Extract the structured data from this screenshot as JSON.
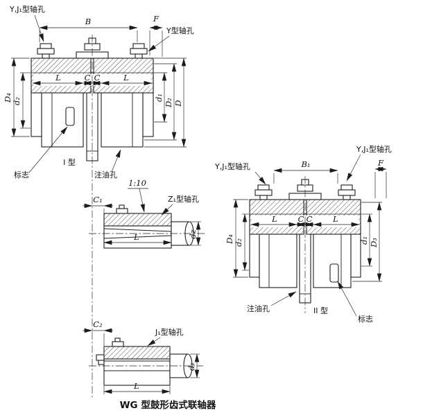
{
  "style": {
    "ink": "#1c1c1c",
    "paper": "#ffffff"
  },
  "caption": "WG 型鼓形齿式联轴器",
  "type1": {
    "name": "I 型",
    "bore_top_left": "Y,J₁型轴孔",
    "bore_top_right": "Y型轴孔",
    "mark": "标志",
    "oil_hole": "注油孔",
    "dim_B": "B",
    "dim_F": "F",
    "dim_L": "L",
    "dim_C": "C",
    "dim_D4": "D₄",
    "dim_d2": "d₂",
    "dim_d1": "d₁",
    "dim_D2": "D₂",
    "dim_D": "D"
  },
  "type2": {
    "name": "II 型",
    "bore_top_left": "Y,J₁型轴孔",
    "bore_top_right": "Y,J₁型轴孔",
    "mark": "标志",
    "oil_hole": "注油孔",
    "dim_B1": "B₁",
    "dim_F": "F",
    "dim_L": "L",
    "dim_C": "C",
    "dim_D4": "D₄",
    "dim_d2": "d₂",
    "dim_d1": "d₁",
    "dim_D3": "D₃"
  },
  "z1": {
    "taper": "1:10",
    "bore": "Z₁型轴孔",
    "dim_C1": "C₁",
    "dim_L": "L",
    "dim_dz": "dz"
  },
  "j1": {
    "bore": "J₁型轴孔",
    "dim_C2": "C₂",
    "dim_L": "L",
    "dim_d1": "d₁"
  }
}
